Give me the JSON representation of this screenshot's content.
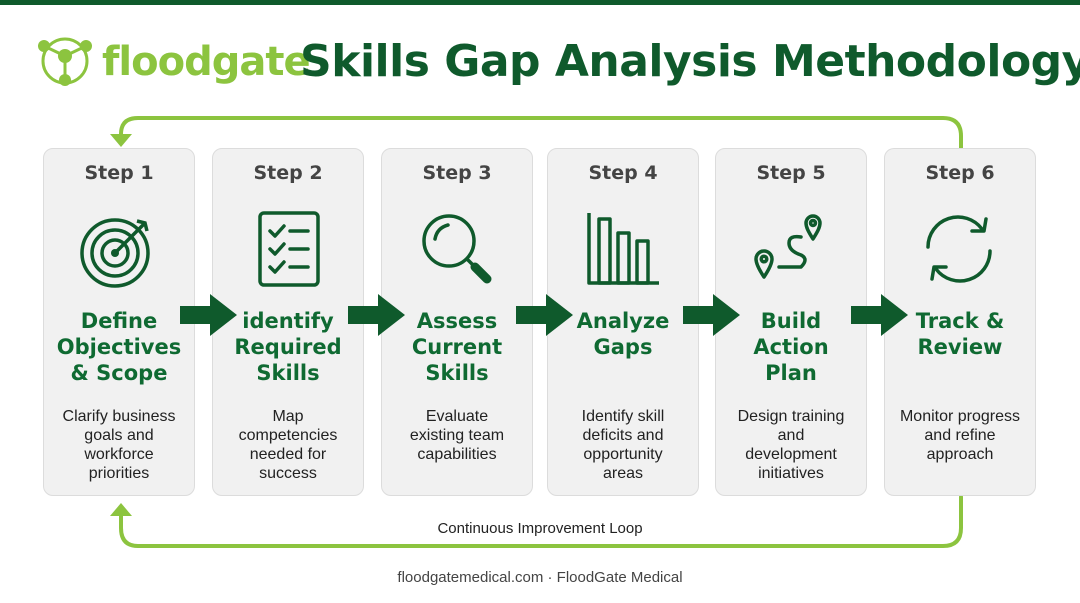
{
  "brand": {
    "name": "floodgate"
  },
  "title": "Skills Gap Analysis Methodology",
  "colors": {
    "dark_green": "#0f5a2c",
    "title_green": "#0f6a32",
    "lime": "#8cc43f",
    "card_bg": "#f1f1f1"
  },
  "steps": [
    {
      "label": "Step 1",
      "title_lines": [
        "Define",
        "Objectives",
        "& Scope"
      ],
      "desc_lines": [
        "Clarify business",
        "goals and",
        "workforce",
        "priorities"
      ],
      "icon": "target-icon"
    },
    {
      "label": "Step 2",
      "title_lines": [
        "identify",
        "Required",
        "Skills"
      ],
      "desc_lines": [
        "Map",
        "competencies",
        "needed for",
        "success"
      ],
      "icon": "checklist-icon"
    },
    {
      "label": "Step 3",
      "title_lines": [
        "Assess",
        "Current",
        "Skills"
      ],
      "desc_lines": [
        "Evaluate",
        "existing team",
        "capabilities"
      ],
      "icon": "magnifier-icon"
    },
    {
      "label": "Step 4",
      "title_lines": [
        "Analyze",
        "Gaps"
      ],
      "desc_lines": [
        "Identify skill",
        "deficits and",
        "opportunity",
        "areas"
      ],
      "icon": "bar-chart-icon"
    },
    {
      "label": "Step 5",
      "title_lines": [
        "Build",
        "Action",
        "Plan"
      ],
      "desc_lines": [
        "Design training",
        "and",
        "development",
        "initiatives"
      ],
      "icon": "route-pins-icon"
    },
    {
      "label": "Step 6",
      "title_lines": [
        "Track &",
        "Review"
      ],
      "desc_lines": [
        "Monitor progress",
        "and refine",
        "approach"
      ],
      "icon": "refresh-cycle-icon"
    }
  ],
  "loop_label": "Continuous Improvement Loop",
  "footer": "floodgatemedical.com · FloodGate Medical"
}
